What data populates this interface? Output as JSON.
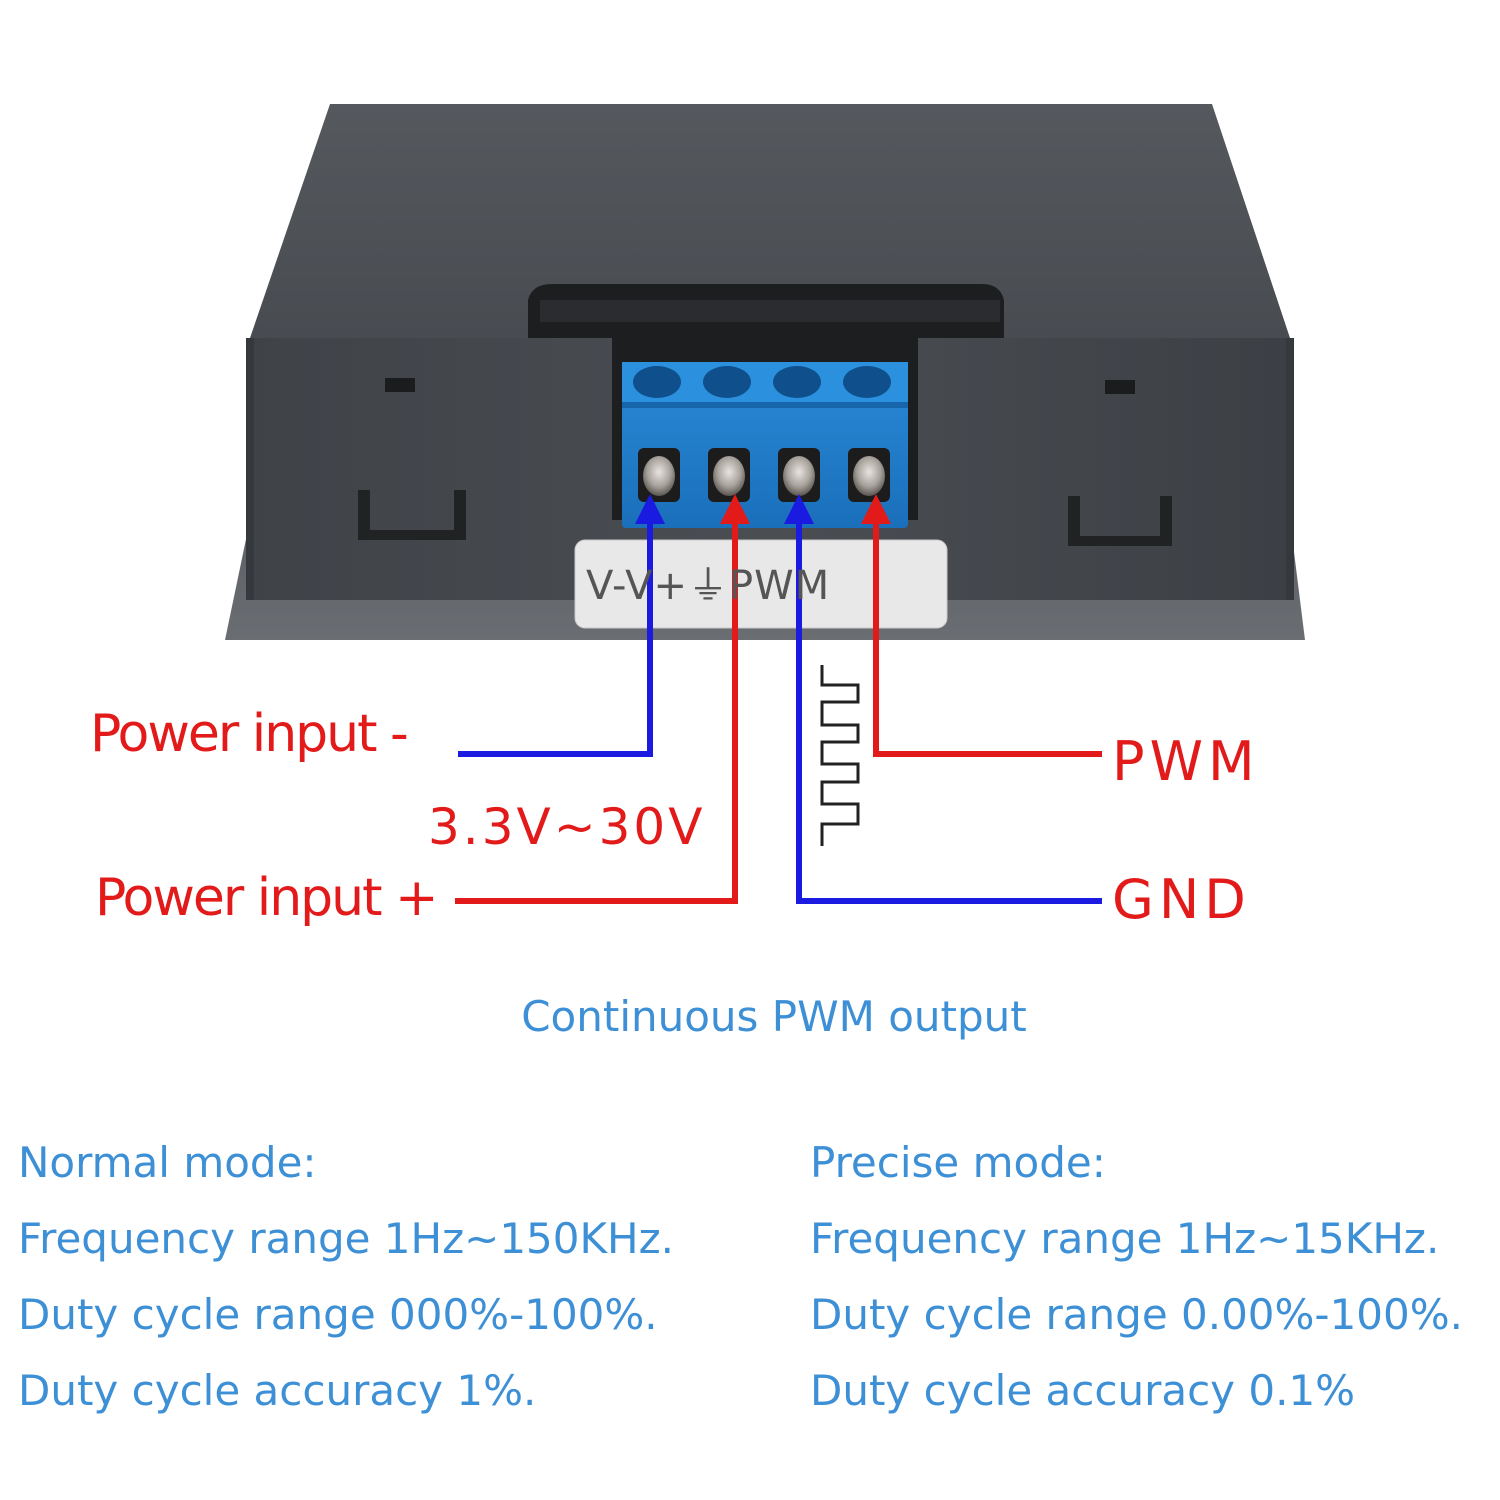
{
  "terminal_legend": "V-V+⏚PWM",
  "labels": {
    "power_minus": "Power input -",
    "voltage_range": "3.3V~30V",
    "power_plus": "Power input +",
    "pwm": "PWM",
    "gnd": "GND"
  },
  "caption": "Continuous PWM output",
  "normal_mode": {
    "heading": "Normal mode:",
    "frequency": "Frequency range 1Hz~150KHz.",
    "duty_range": "Duty cycle range 000%-100%.",
    "duty_accuracy": "Duty cycle accuracy 1%."
  },
  "precise_mode": {
    "heading": "Precise mode:",
    "frequency": "Frequency range 1Hz~15KHz.",
    "duty_range": "Duty cycle range 0.00%-100%.",
    "duty_accuracy": "Duty cycle accuracy 0.1%"
  },
  "colors": {
    "red_wire": "#e21a1a",
    "blue_wire": "#1a1ae0",
    "terminal_block": "#1e7fd0",
    "housing": "#4d5258",
    "text_blue": "#3d8fd6"
  }
}
